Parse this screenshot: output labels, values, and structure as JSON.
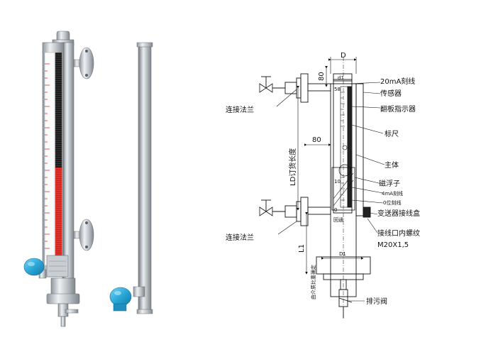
{
  "labels": {
    "scale_top": "20mA刻线",
    "sensor": "传感器",
    "flip_indicator": "翻板指示器",
    "ruler": "标尺",
    "body": "主体",
    "float": "磁浮子",
    "line_4ma": "4mA刻线",
    "line_0": "0位刻线",
    "junction_box": "变送器接线盒",
    "thread": "接线口内螺纹",
    "thread_spec": "M20X1,5",
    "flange_top": "连接法兰",
    "flange_bottom": "连接法兰",
    "drain_valve": "排污阀",
    "dim_80_top": "80",
    "dim_80_mid": "80",
    "dim_ld": "LD订货长度",
    "dim_l1": "L1",
    "dim_l1_note": "由介质比重确定",
    "dim_d": "D",
    "dim_d1": "D1",
    "dim_d1_top": "d1",
    "scale_num_top": "58",
    "scale_num_mid": "10",
    "scale_num_bot": "0",
    "bottom_tag": "回通"
  },
  "colors": {
    "red_segment": "#e0322b",
    "head_blue": "#2aa7d8",
    "steel": "#c7ccd1"
  },
  "icons": {
    "junction_head": "junction-box-icon",
    "valve": "valve-icon"
  }
}
